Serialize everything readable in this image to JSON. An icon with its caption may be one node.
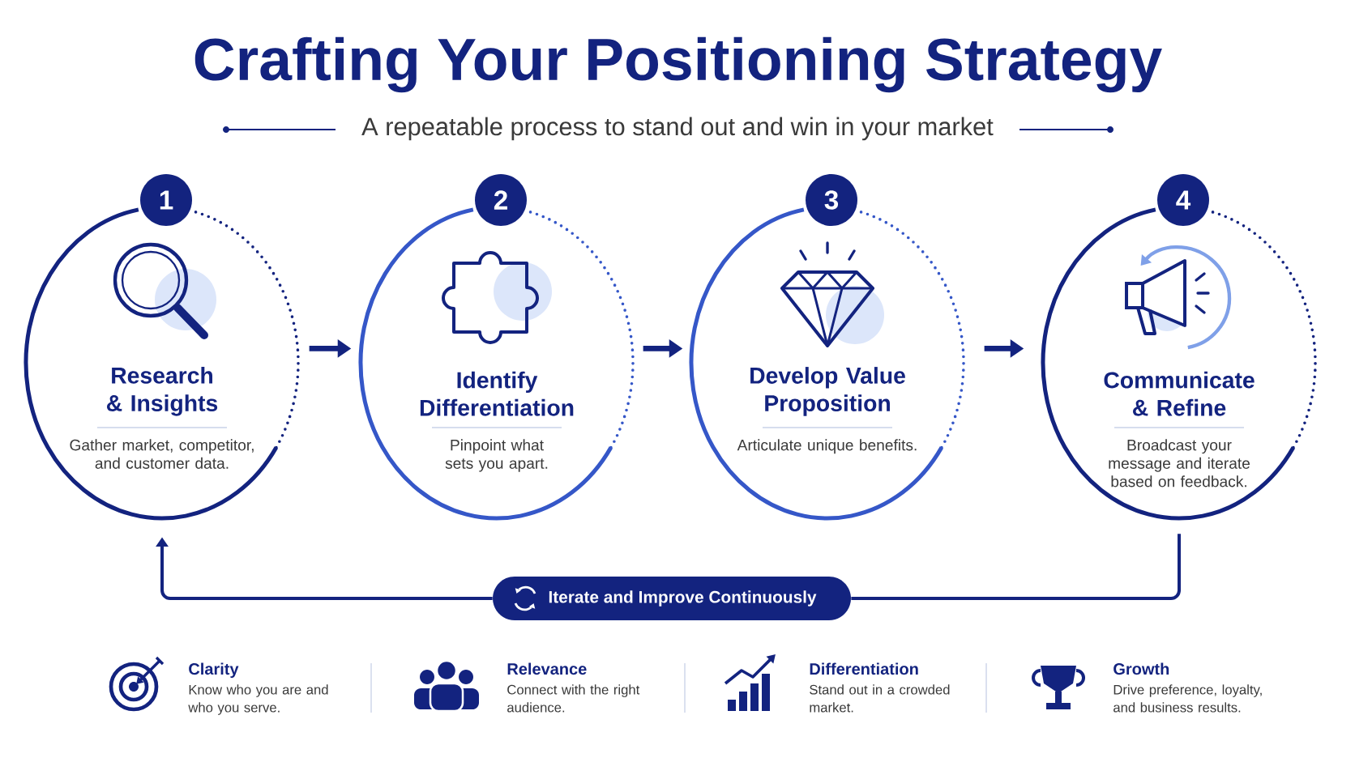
{
  "diagram": {
    "title": "Crafting Your Positioning Strategy",
    "nodes": [
      {
        "text": [
          "1",
          "Research & Insights",
          "Gather market, competitor, and customer data."
        ]
      },
      {
        "text": [
          "2",
          "Identify Differentiation",
          "Pinpoint what sets you apart."
        ]
      },
      {
        "text": [
          "3",
          "Develop Value Proposition",
          "Articulate unique benefits."
        ]
      },
      {
        "text": [
          "4",
          "Communicate & Refine",
          "Broadcast your message and iterate based on feedback."
        ]
      },
      {
        "text": [
          "Iterate and Improve Continuously"
        ]
      }
    ],
    "edges": [
      {
        "from": 0,
        "to": 1,
        "arrow": "to"
      },
      {
        "from": 1,
        "to": 2,
        "arrow": "to"
      },
      {
        "from": 2,
        "to": 3,
        "arrow": "to"
      },
      {
        "from": 3,
        "to": 4,
        "arrow": "none"
      },
      {
        "from": 4,
        "to": 0,
        "arrow": "to"
      }
    ],
    "labels": [
      "A repeatable process to stand out and win in your market",
      "Clarity",
      "Know who you are and who you serve.",
      "Relevance",
      "Connect with the right audience.",
      "Differentiation",
      "Stand out in a crowded market.",
      "Growth",
      "Drive preference, loyalty, and business results."
    ]
  }
}
